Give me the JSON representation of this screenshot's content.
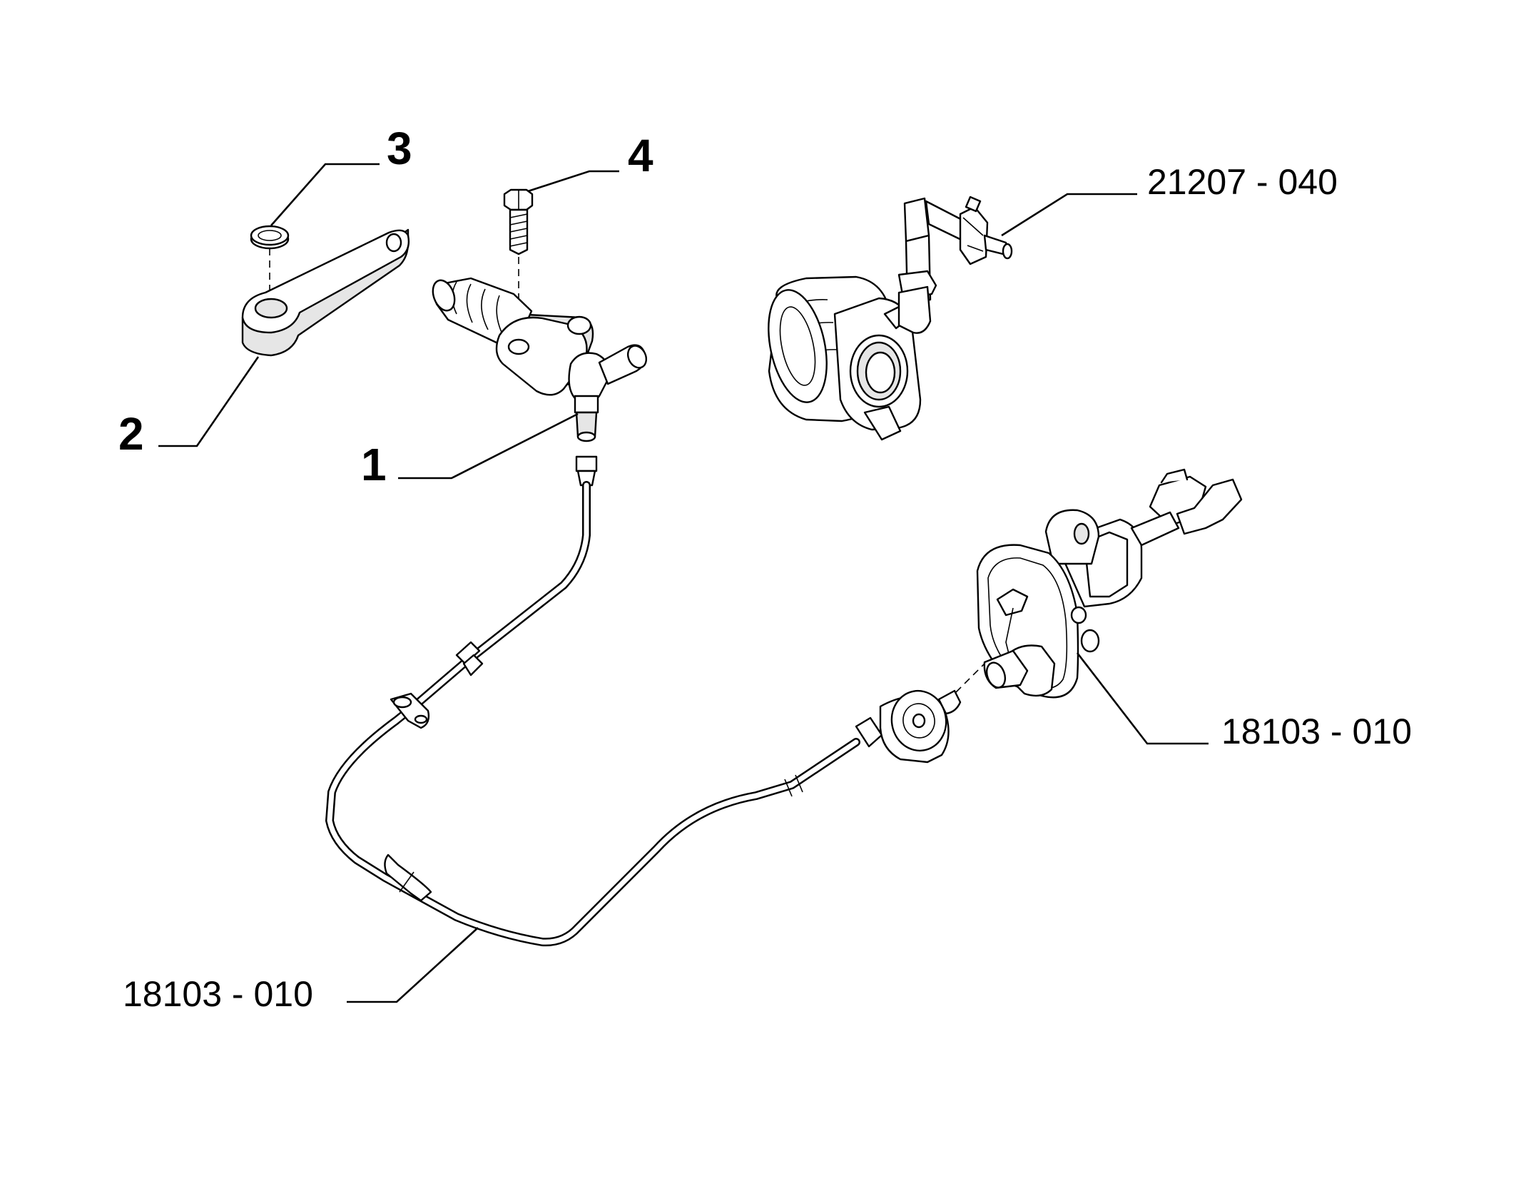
{
  "callouts": {
    "item_1": "1",
    "item_2": "2",
    "item_3": "3",
    "item_4": "4",
    "ref_release_bearing": "21207 - 040",
    "ref_master_cylinder": "18103 - 010",
    "ref_hose": "18103 - 010"
  }
}
